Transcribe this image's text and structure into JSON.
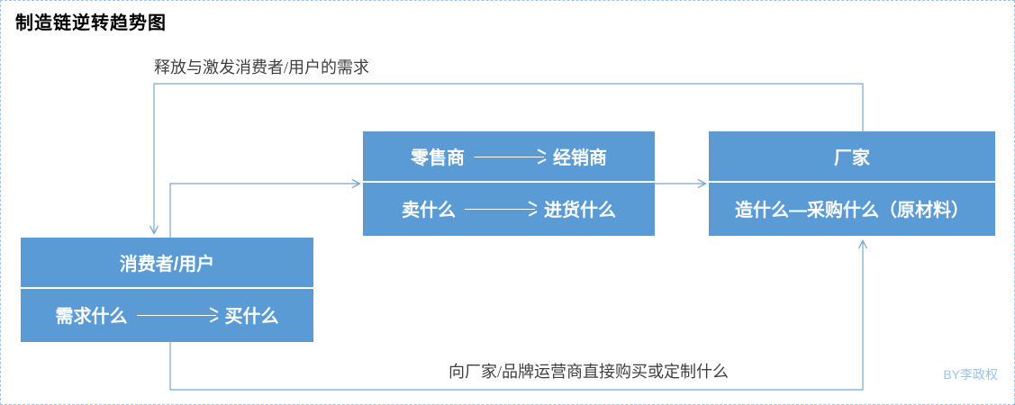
{
  "title": "制造链逆转趋势图",
  "theme": {
    "box_fill": "#5b9bd5",
    "box_text": "#ffffff",
    "connector": "#7ba7cc",
    "canvas_border": "#9dc3e6",
    "label_text": "#3f3f3f",
    "signature_color": "#9dc3e6"
  },
  "nodes": {
    "consumer": {
      "top_label": "消费者/用户",
      "bottom_left": "需求什么",
      "bottom_right": "买什么"
    },
    "retailer": {
      "top_left": "零售商",
      "top_right": "经销商",
      "bottom_left": "卖什么",
      "bottom_right": "进货什么"
    },
    "manufacturer": {
      "top_label": "厂家",
      "bottom_label": "造什么—采购什么（原材料）"
    }
  },
  "edges": {
    "top_label": "释放与激发消费者/用户的需求",
    "bottom_label": "向厂家/品牌运营商直接购买或定制什么"
  },
  "signature": "BY李政权"
}
